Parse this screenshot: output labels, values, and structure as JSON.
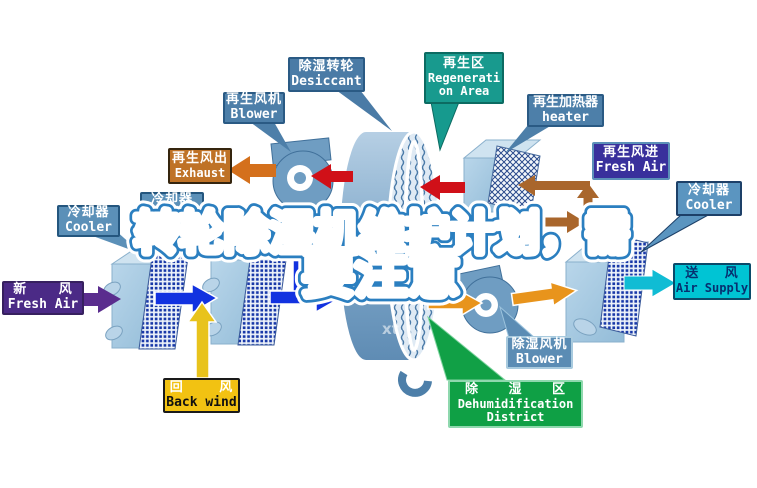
{
  "title": {
    "line1": "转轮除湿机维护计划，需",
    "line2": "要注意"
  },
  "watermark": "xt",
  "labels": {
    "desiccant": {
      "cn": "除湿转轮",
      "en": "Desiccant"
    },
    "regen_area": {
      "cn": "再生区",
      "en1": "Regenerati",
      "en2": "on Area"
    },
    "regen_fan": {
      "cn": "再生风机",
      "en": "Blower"
    },
    "regen_heater": {
      "cn": "再生加热器",
      "en": "heater"
    },
    "exhaust": {
      "cn": "再生风出",
      "en": "Exhaust"
    },
    "fresh_in": {
      "cn": "再生风进",
      "en": "Fresh Air"
    },
    "cooler_left": {
      "cn": "冷却器",
      "en": "Cooler"
    },
    "cooler_left2": {
      "cn": "冷却器",
      "en": "Cooler"
    },
    "cooler_right": {
      "cn": "冷却器",
      "en": "Cooler"
    },
    "fresh_air": {
      "cn": "新 风",
      "en": "Fresh Air"
    },
    "air_supply": {
      "cn": "送 风",
      "en": "Air Supply"
    },
    "back_wind": {
      "cn": "回 风",
      "en": "Back wind"
    },
    "dehumid_fan": {
      "cn": "除湿风机",
      "en": "Blower"
    },
    "dehumid_district": {
      "cn": "除 湿 区",
      "en1": "Dehumidification",
      "en2": "District"
    }
  },
  "colors": {
    "steel_box": "#4d7fa9",
    "teal_box": "#189a8e",
    "orange_box": "#bf7226",
    "indigo_box": "#39309c",
    "purple_box": "#4b2a86",
    "cyan_box": "#00c4d4",
    "yellow_box": "#f2c212",
    "green_box": "#0fa045",
    "red_arrow": "#d01018",
    "orange_arrow": "#e8941c",
    "brown_arrow": "#a9662c",
    "blue_arrow": "#1232e0",
    "purple_arrow": "#5a2d8e",
    "yellow_arrow": "#e8c31c",
    "cyan_arrow": "#10bcd4",
    "title_fill": "#ffffff",
    "title_stroke": "#2b7fc0"
  }
}
